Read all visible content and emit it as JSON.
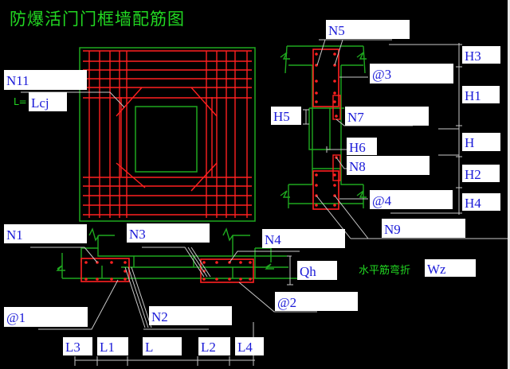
{
  "title": "防爆活门门框墙配筋图",
  "colors": {
    "background": "#000000",
    "concrete_outline": "#1fa81f",
    "rebar": "#ff2020",
    "leader": "#c8c8c8",
    "label_text": "#1a1ad8",
    "title_text": "#22d822"
  },
  "elevation_view": {
    "fields": {
      "n11": "N11",
      "lcj": "Lcj"
    },
    "lcj_prefix": "L="
  },
  "section_vertical": {
    "fields": {
      "n5": "N5",
      "at3": "@3",
      "n7": "N7",
      "h5": "H5",
      "h6": "H6",
      "n8": "N8",
      "at4": "@4",
      "n9": "N9"
    },
    "dimensions": {
      "h3": "H3",
      "h1": "H1",
      "h": "H",
      "h2": "H2",
      "h4": "H4"
    }
  },
  "section_horizontal": {
    "fields": {
      "n1": "N1",
      "n3": "N3",
      "n4": "N4",
      "qh": "Qh",
      "at1": "@1",
      "n2": "N2",
      "at2": "@2"
    },
    "dimensions": {
      "l3": "L3",
      "l1": "L1",
      "l": "L",
      "l2": "L2",
      "l4": "L4"
    }
  },
  "bend": {
    "label": "水平筋弯折",
    "value": "Wz"
  }
}
